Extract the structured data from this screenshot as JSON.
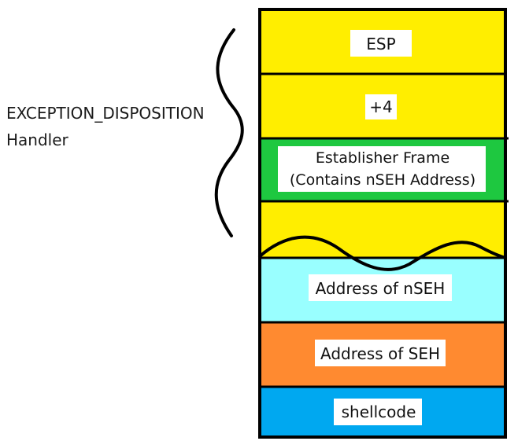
{
  "diagram": {
    "brace_label_line1": "EXCEPTION_DISPOSITION",
    "brace_label_line2": "Handler",
    "segments": [
      {
        "id": "esp",
        "lines": [
          "ESP"
        ],
        "fill": "#ffee00"
      },
      {
        "id": "plus4",
        "lines": [
          "+4"
        ],
        "fill": "#ffee00"
      },
      {
        "id": "establisher",
        "lines": [
          "Establisher Frame",
          "(Contains nSEH Address)"
        ],
        "fill": "#1ec840"
      },
      {
        "id": "gap",
        "lines": [],
        "fill": "#ffee00"
      },
      {
        "id": "nseh",
        "lines": [
          "Address of nSEH"
        ],
        "fill": "#99ffff"
      },
      {
        "id": "seh",
        "lines": [
          "Address of SEH"
        ],
        "fill": "#ff8a30"
      },
      {
        "id": "shellcode",
        "lines": [
          "shellcode"
        ],
        "fill": "#00a8f0"
      }
    ]
  }
}
